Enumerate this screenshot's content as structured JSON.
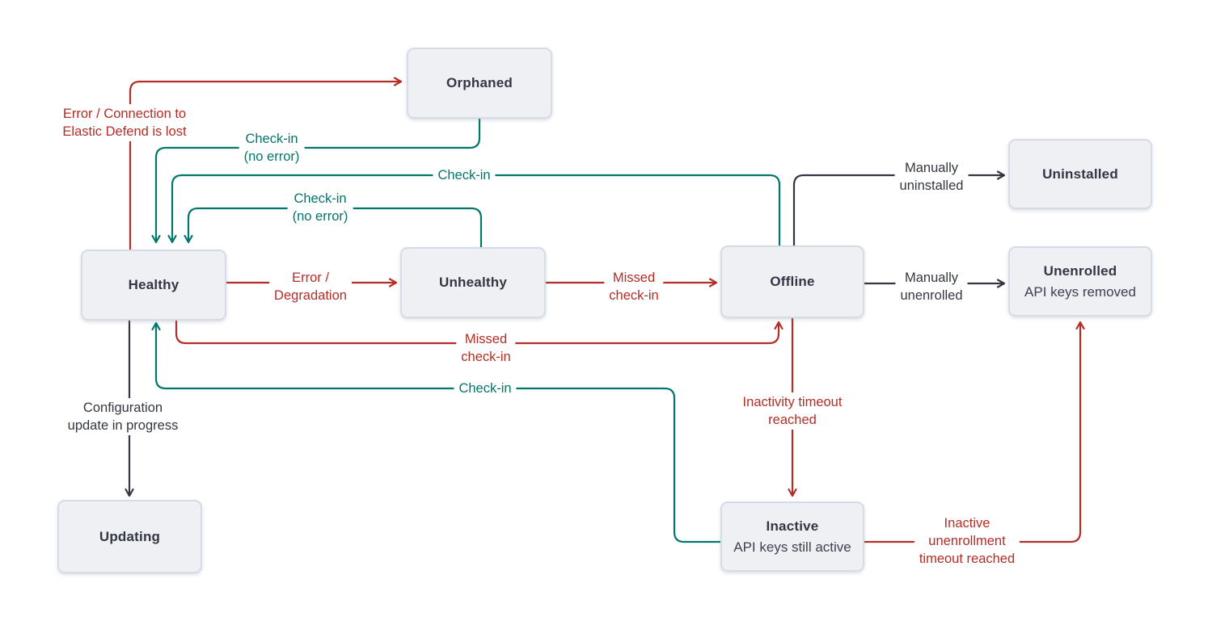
{
  "diagram": {
    "colors": {
      "error": "#b42d26",
      "success": "#00776c",
      "neutral": "#343741",
      "box_fill": "#eef0f3",
      "box_border": "#d6dce6",
      "text": "#333743"
    },
    "states": {
      "orphaned": {
        "label": "Orphaned"
      },
      "uninstalled": {
        "label": "Uninstalled"
      },
      "healthy": {
        "label": "Healthy"
      },
      "unhealthy": {
        "label": "Unhealthy"
      },
      "offline": {
        "label": "Offline"
      },
      "unenrolled": {
        "label": "Unenrolled",
        "sublabel": "API keys removed"
      },
      "updating": {
        "label": "Updating"
      },
      "inactive": {
        "label": "Inactive",
        "sublabel": "API keys still active"
      }
    },
    "transitions": {
      "healthy_to_orphaned": {
        "line1": "Error / Connection to",
        "line2": "Elastic Defend is lost"
      },
      "orphaned_to_healthy": {
        "line1": "Check-in",
        "line2": "(no error)"
      },
      "offline_to_healthy": {
        "line1": "Check-in"
      },
      "unhealthy_to_healthy": {
        "line1": "Check-in",
        "line2": "(no error)"
      },
      "healthy_to_unhealthy": {
        "line1": "Error /",
        "line2": "Degradation"
      },
      "unhealthy_to_offline": {
        "line1": "Missed",
        "line2": "check-in"
      },
      "offline_to_uninstalled": {
        "line1": "Manually",
        "line2": "uninstalled"
      },
      "offline_to_unenrolled": {
        "line1": "Manually",
        "line2": "unenrolled"
      },
      "healthy_to_offline": {
        "line1": "Missed",
        "line2": "check-in"
      },
      "inactive_to_healthy": {
        "line1": "Check-in"
      },
      "healthy_to_updating": {
        "line1": "Configuration",
        "line2": "update in progress"
      },
      "offline_to_inactive": {
        "line1": "Inactivity timeout",
        "line2": "reached"
      },
      "inactive_to_unenrolled": {
        "line1": "Inactive",
        "line2": "unenrollment",
        "line3": "timeout reached"
      }
    }
  }
}
